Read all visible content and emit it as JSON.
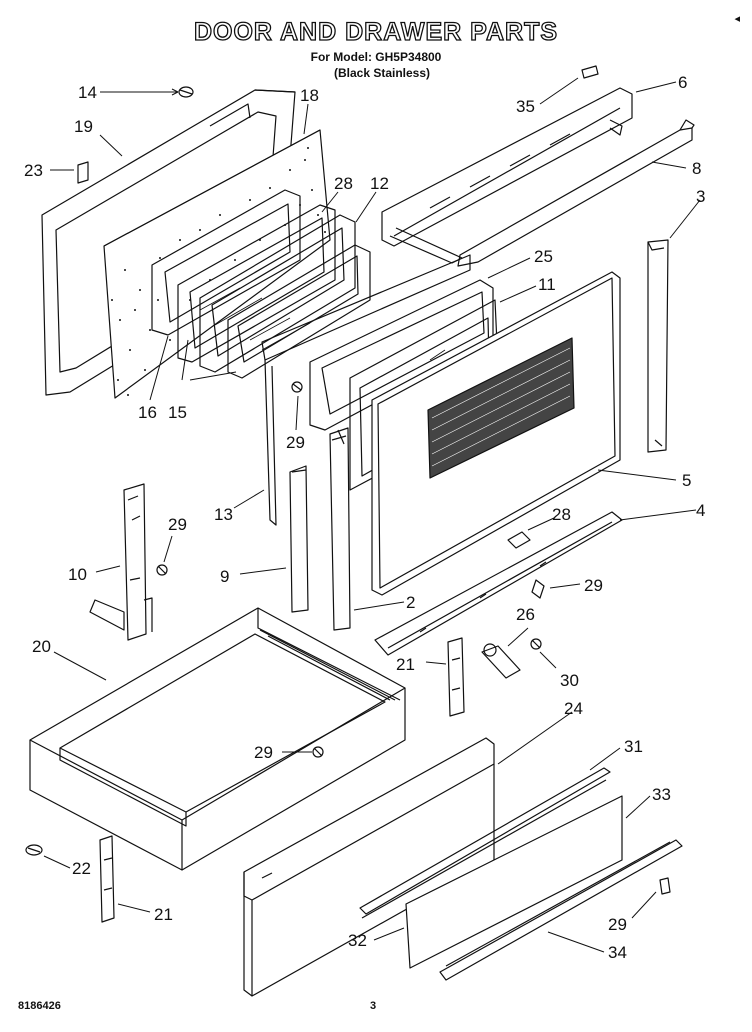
{
  "header": {
    "title": "DOOR AND DRAWER PARTS",
    "model_line": "For Model: GH5P34800",
    "variant_line": "(Black Stainless)"
  },
  "footer": {
    "doc_number": "8186426",
    "page_number": "3"
  },
  "callouts": [
    "14",
    "18",
    "19",
    "23",
    "28",
    "12",
    "35",
    "6",
    "8",
    "3",
    "25",
    "11",
    "16",
    "15",
    "29",
    "5",
    "13",
    "4",
    "28",
    "29",
    "10",
    "9",
    "29",
    "2",
    "26",
    "21",
    "30",
    "20",
    "24",
    "29",
    "31",
    "33",
    "22",
    "21",
    "32",
    "29",
    "34"
  ]
}
